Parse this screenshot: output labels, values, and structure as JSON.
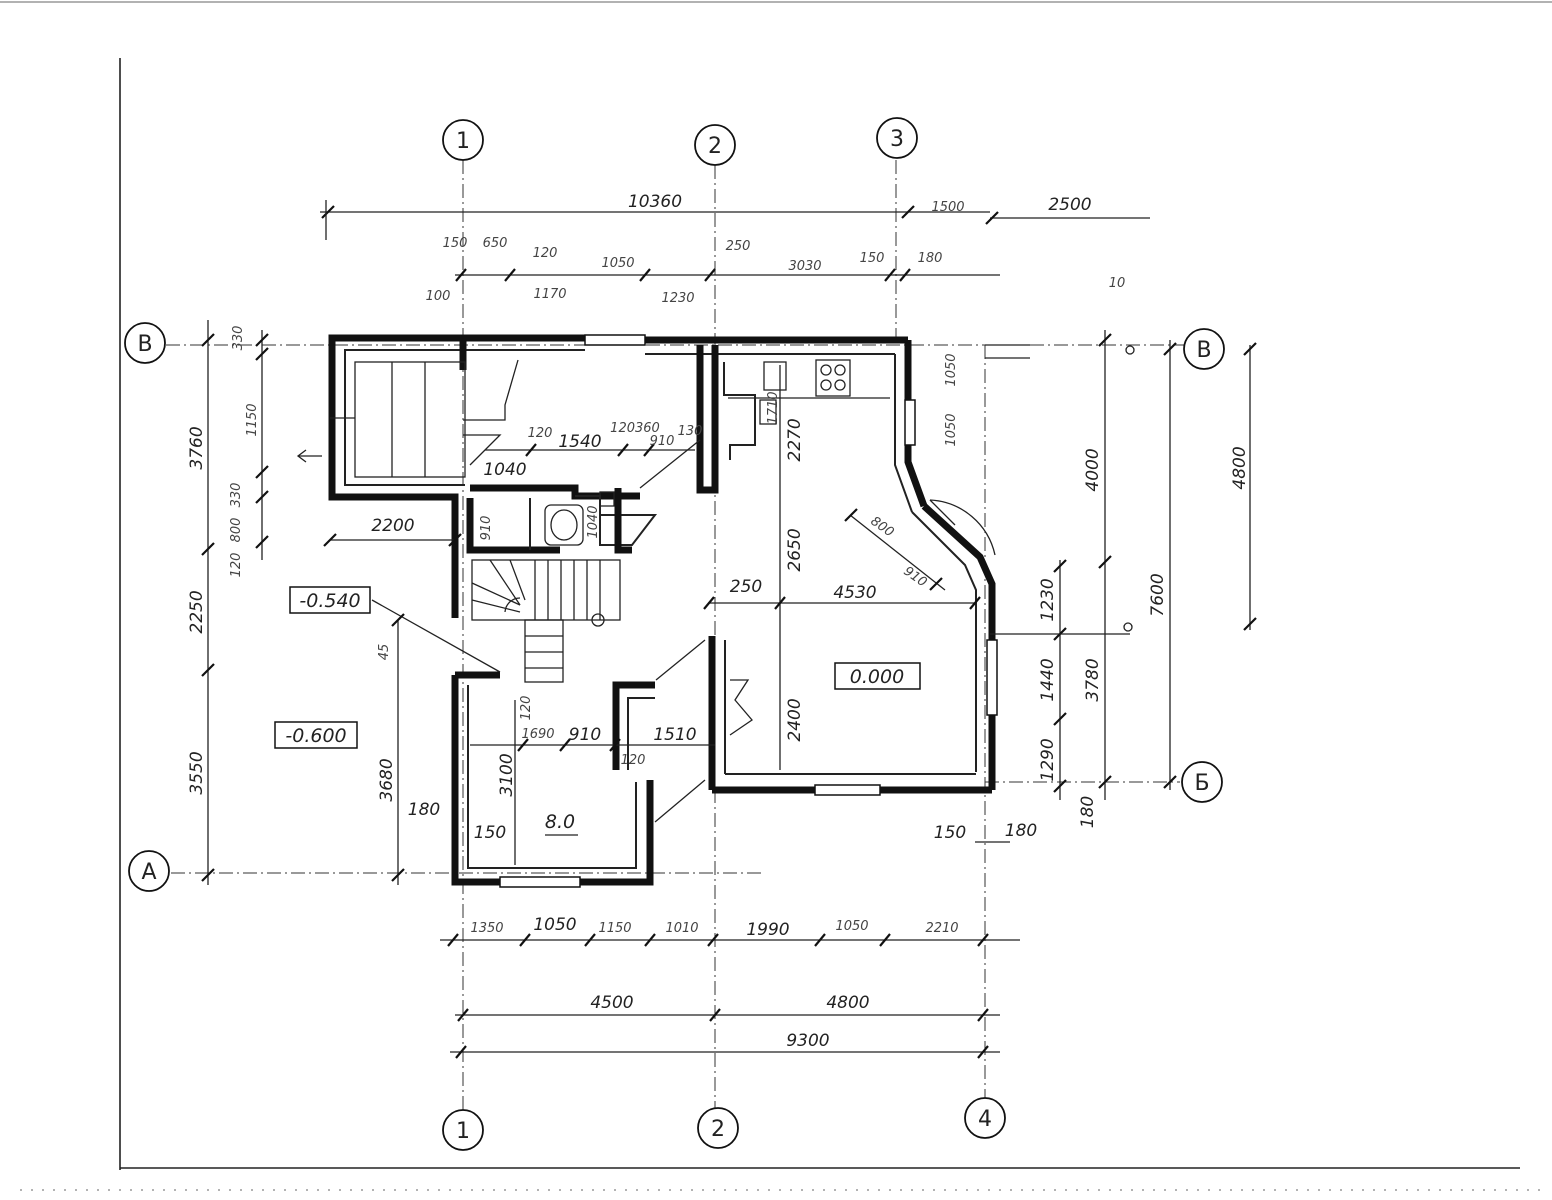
{
  "axes": {
    "columns_top": [
      "1",
      "2",
      "3"
    ],
    "columns_bottom": [
      "1",
      "2",
      "4"
    ],
    "rows_left": [
      "В",
      "А"
    ],
    "rows_right": [
      "В",
      "Б"
    ]
  },
  "levels": {
    "ground_floor": "0.000",
    "stair_landing": "-0.540",
    "outside": "-0.600",
    "room_label": "8.0"
  },
  "dims_top": {
    "overall": "10360",
    "right_a": "1500",
    "right_b": "2500",
    "chain": [
      "150",
      "650",
      "120",
      "1050",
      "250",
      "3030",
      "150",
      "180"
    ],
    "chain_lower": [
      "100",
      "1170",
      "1230"
    ],
    "corner_note": "10"
  },
  "dims_left": {
    "top_total": "3760",
    "top_seg": "330",
    "mid_seg": "1150",
    "small_a": "330",
    "small_b": "800",
    "small_c": "120",
    "middle": "2250",
    "bottom": "3550",
    "inner_total": "3680",
    "inner_small": "180",
    "inner_top": "45"
  },
  "dims_right": {
    "seg_a": "1050",
    "seg_b": "1050",
    "total_a": "4000",
    "total_b": "7600",
    "total_c": "4800",
    "seg_c": "1230",
    "seg_d": "1440",
    "seg_e": "3780",
    "seg_f": "1290",
    "seg_g": "180",
    "bottom_a": "150",
    "bottom_b": "180"
  },
  "dims_interior": {
    "w120": "120",
    "w1540": "1540",
    "w120360": "120360",
    "w910": "910",
    "w130": "130",
    "w1040": "1040",
    "w2200": "2200",
    "w910b": "910",
    "w1040b": "1040",
    "w1710": "1710",
    "w2270": "2270",
    "w2650": "2650",
    "w250": "250",
    "w4530": "4530",
    "w800": "800",
    "w910c": "910",
    "w2400": "2400",
    "w120b": "120",
    "w1690": "1690",
    "w910d": "910",
    "w1510": "1510",
    "w120c": "120",
    "w3100": "3100",
    "w180": "180",
    "w150": "150"
  },
  "dims_bottom": {
    "chain": [
      "1350",
      "1050",
      "1150",
      "1010",
      "1990",
      "1050",
      "2210"
    ],
    "left": "4500",
    "right": "4800",
    "overall": "9300"
  }
}
